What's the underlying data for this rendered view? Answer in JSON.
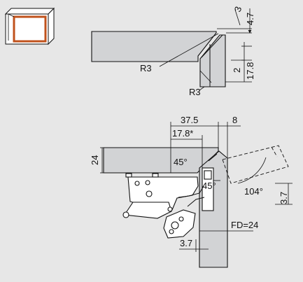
{
  "icon": {
    "name": "cabinet-box-icon",
    "frame_color": "#c0521c"
  },
  "top_diagram": {
    "radius_left": "R3",
    "radius_bottom": "R3",
    "dim_3": "3",
    "dim_4_7": "4.7",
    "dim_2": "2",
    "dim_17_8": "17.8"
  },
  "bottom_diagram": {
    "dim_37_5": "37.5",
    "dim_8": "8",
    "dim_17_8_star": "17.8*",
    "dim_24": "24",
    "angle_45_top": "45°",
    "angle_45_bottom": "45°",
    "angle_104": "104°",
    "dim_3_7_right": "3.7",
    "dim_fd": "FD=24",
    "dim_3_7_bottom": "3.7"
  }
}
